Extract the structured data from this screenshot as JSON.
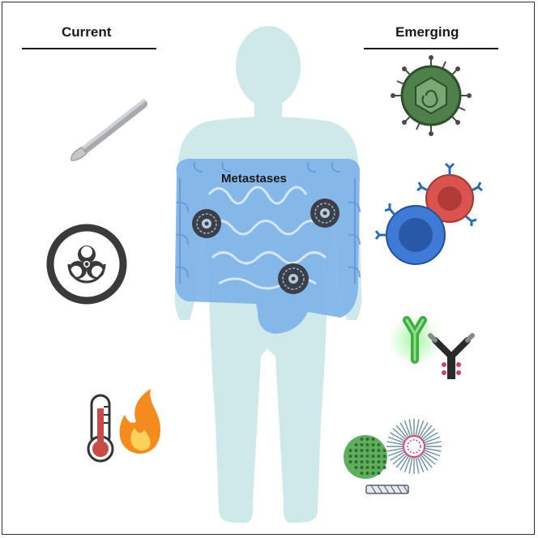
{
  "headings": {
    "current": "Current",
    "emerging": "Emerging"
  },
  "body_label": "Metastases",
  "current_icons": [
    "scalpel-icon",
    "biohazard-icon",
    "thermometer-icon",
    "flame-icon"
  ],
  "emerging_icons": [
    "virus-icon",
    "immune-cells-icon",
    "antibody-icon",
    "nanoparticle-icon"
  ],
  "colors": {
    "body": "#cfe8ea",
    "colon": "#7fb2e8",
    "colon_dark": "#5f95d6",
    "tumor": "#3a3f4a",
    "virus": "#4f7f4a",
    "cell_red": "#d9534f",
    "cell_blue": "#3f7ad6",
    "antibody_green": "#3fae3f",
    "flame": "#f58a1f",
    "thermo_red": "#c94b47"
  }
}
